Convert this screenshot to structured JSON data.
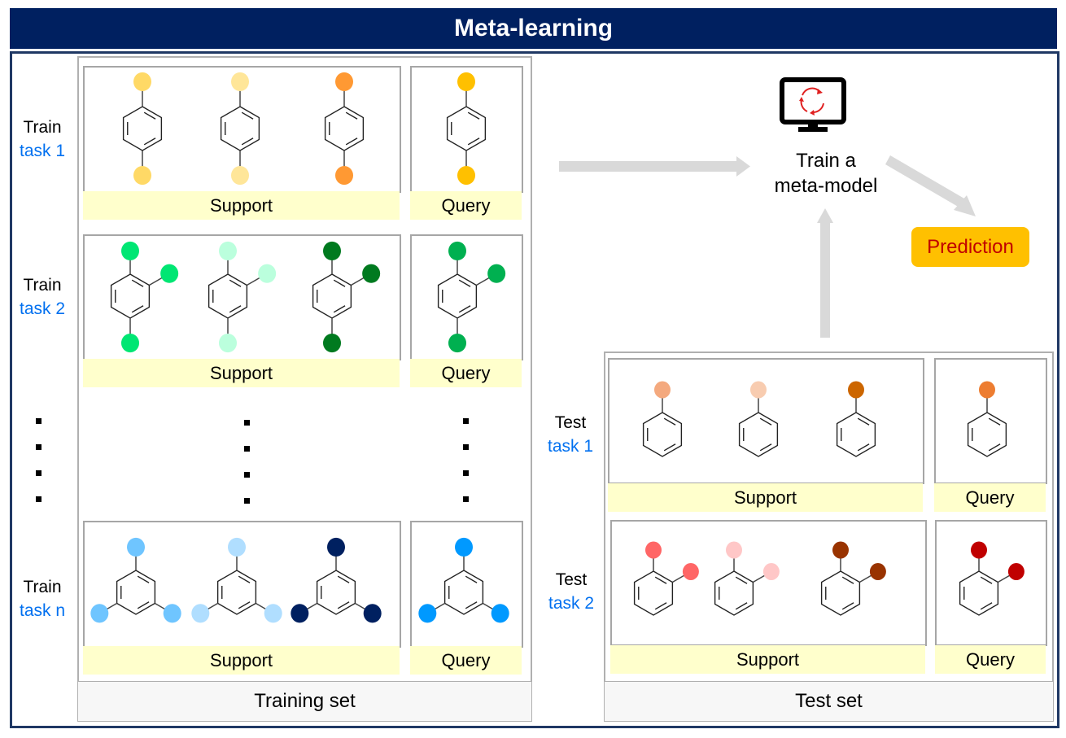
{
  "title": "Meta-learning",
  "labels": {
    "support": "Support",
    "query": "Query",
    "training_set": "Training set",
    "test_set": "Test set",
    "train_meta_model_line1": "Train a",
    "train_meta_model_line2": "meta-model",
    "prediction": "Prediction"
  },
  "colors": {
    "header_bg": "#002060",
    "task_text": "#0070f0",
    "band_bg": "#ffffcc",
    "prediction_bg": "#ffc000",
    "prediction_text": "#c00000",
    "arrow": "#d9d9d9",
    "refresh_icon": "#e02020"
  },
  "train_tasks": [
    {
      "line1": "Train",
      "line2": "task 1",
      "molecule": "para",
      "support_colors": [
        "#ffd966",
        "#ffe699",
        "#ff9933"
      ],
      "query_color": "#ffc000"
    },
    {
      "line1": "Train",
      "line2": "task 2",
      "molecule": "tri124",
      "support_colors": [
        "#00e673",
        "#bbffdd",
        "#007a1f"
      ],
      "query_color": "#00b050"
    },
    {
      "line1": "Train",
      "line2": "task n",
      "molecule": "tri135",
      "support_colors": [
        "#6fc5ff",
        "#b0deff",
        "#002060"
      ],
      "query_color": "#0099ff"
    }
  ],
  "test_tasks": [
    {
      "line1": "Test",
      "line2": "task 1",
      "molecule": "mono",
      "support_colors": [
        "#f4a97e",
        "#f8ccb0",
        "#cc6600"
      ],
      "query_color": "#ed7d31"
    },
    {
      "line1": "Test",
      "line2": "task 2",
      "molecule": "ortho",
      "support_colors": [
        "#ff6666",
        "#ffc7c7",
        "#993300"
      ],
      "query_color": "#c00000"
    }
  ],
  "icons": {
    "monitor": "monitor-refresh-icon",
    "ellipsis": "vertical-ellipsis"
  }
}
